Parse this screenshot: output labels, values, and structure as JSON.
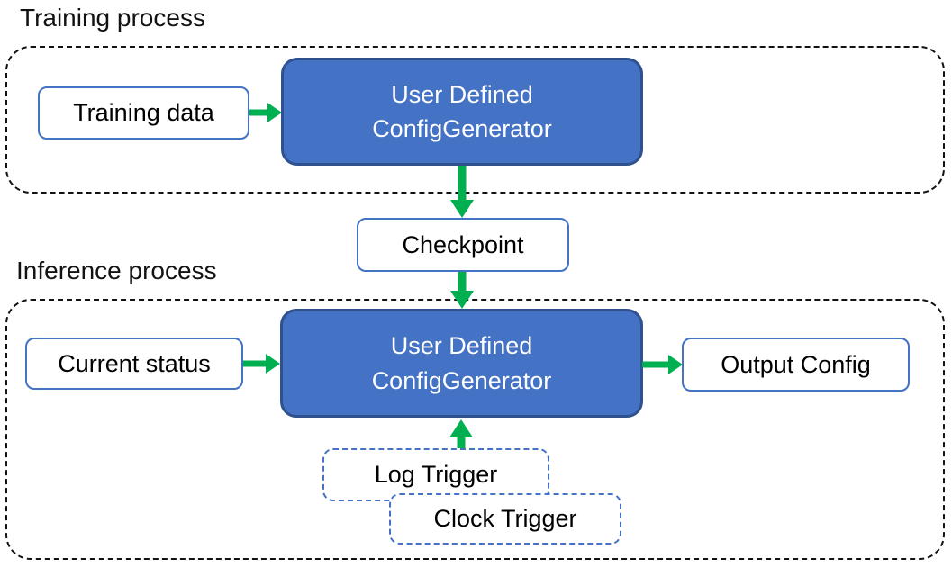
{
  "colors": {
    "generator_fill": "#4472C4",
    "generator_border": "#2F528F",
    "arrow_green": "#00B050",
    "io_border": "#4472C4",
    "container_dash": "#121212",
    "generator_text": "#ffffff",
    "label_text": "#000000"
  },
  "training": {
    "label": "Training process",
    "input": "Training data",
    "generator": {
      "line1": "User Defined",
      "line2": "ConfigGenerator"
    }
  },
  "checkpoint": {
    "label": "Checkpoint"
  },
  "inference": {
    "label": "Inference process",
    "input": "Current status",
    "generator": {
      "line1": "User Defined",
      "line2": "ConfigGenerator"
    },
    "output": "Output Config",
    "triggers": {
      "log": "Log Trigger",
      "clock": "Clock Trigger"
    }
  }
}
